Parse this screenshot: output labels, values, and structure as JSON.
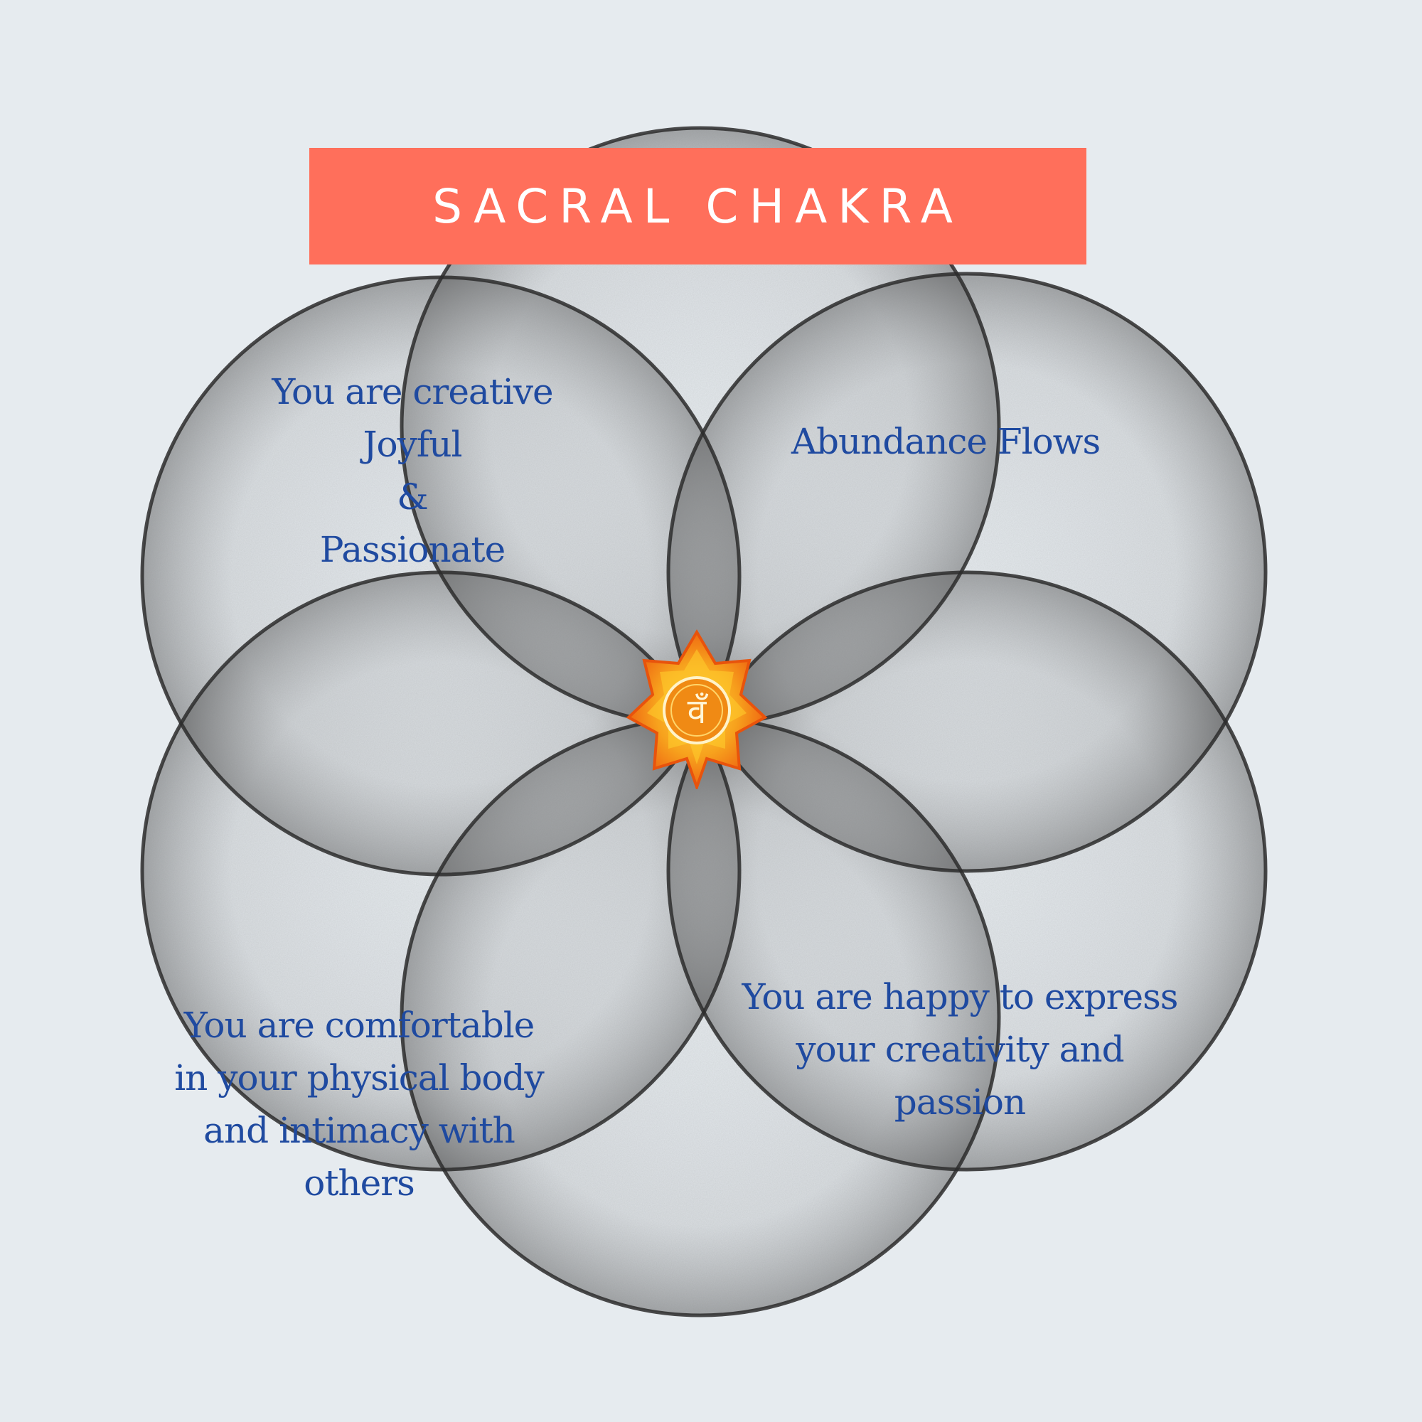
{
  "title": "SACRAL CHAKRA",
  "colors": {
    "background": "#e6ebef",
    "banner": "#ff6f5b",
    "banner_text": "#ffffff",
    "affirmation_text": "#1f4aa0",
    "circle_stroke": "#2b2b2b",
    "emblem_orange": "#f28a1c",
    "emblem_yellow": "#ffc928"
  },
  "affirmations": {
    "top_left": [
      "You are creative",
      "Joyful",
      "&",
      "Passionate"
    ],
    "top_right": [
      "Abundance Flows"
    ],
    "bottom_left": [
      "You are comfortable",
      "in your physical body",
      "and intimacy with",
      "others"
    ],
    "bottom_right": [
      "You are happy to express",
      "your creativity and",
      "passion"
    ]
  },
  "emblem": {
    "icon": "sacral-chakra-lotus-icon",
    "glyph": "वँ"
  }
}
